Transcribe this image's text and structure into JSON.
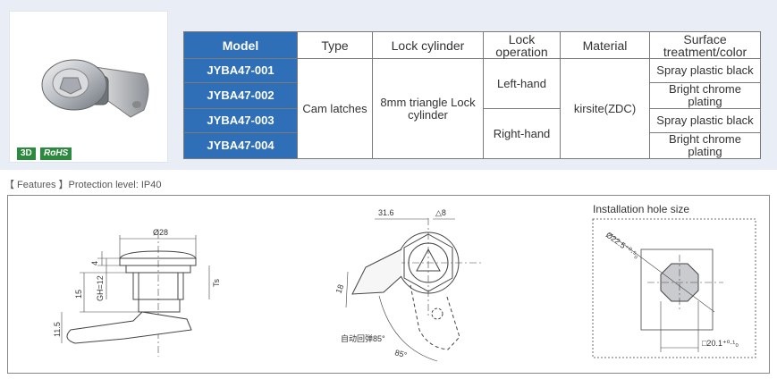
{
  "badges": {
    "three_d": "3D",
    "rohs": "RoHS"
  },
  "table": {
    "headers": [
      "Model",
      "Type",
      "Lock cylinder",
      "Lock operation",
      "Material",
      "Surface treatment/color"
    ],
    "models": [
      "JYBA47-001",
      "JYBA47-002",
      "JYBA47-003",
      "JYBA47-004"
    ],
    "type": "Cam latches",
    "lock_cylinder": "8mm triangle Lock cylinder",
    "lock_operation": [
      "Left-hand",
      "Right-hand"
    ],
    "material": "kirsite(ZDC)",
    "surface": [
      "Spray plastic black",
      "Bright chrome plating",
      "Spray plastic black",
      "Bright chrome plating"
    ]
  },
  "features": "【 Features 】Protection level: IP40",
  "drawing": {
    "side_view": {
      "diameter": "Ø28",
      "dim_4": "4",
      "dim_gh": "GH=12",
      "dim_15": "15",
      "dim_ts": "Ts",
      "dim_11_5": "11.5"
    },
    "front_view": {
      "dim_31_6": "31.6",
      "dim_tri8": "△8",
      "dim_18": "18",
      "auto_return": "自动回弹85°",
      "angle": "85°"
    },
    "hole_view": {
      "title": "Installation hole size",
      "diameter": "Ø22.5⁺⁰·⁵₀",
      "square": "□20.1⁺⁰·¹₀"
    }
  }
}
